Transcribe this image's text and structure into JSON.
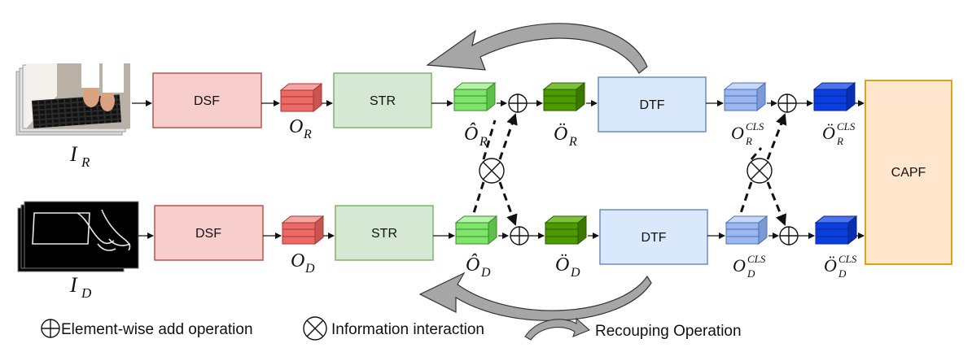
{
  "modules": {
    "dsf": "DSF",
    "str": "STR",
    "dtf": "DTF",
    "capf": "CAPF"
  },
  "inputs": {
    "rgb": {
      "base": "I",
      "sub": "R"
    },
    "depth": {
      "base": "I",
      "sub": "D"
    }
  },
  "features": {
    "o_r": {
      "base": "O",
      "sub": "R"
    },
    "o_d": {
      "base": "O",
      "sub": "D"
    },
    "ohat_r": {
      "base": "Ô",
      "sub": "R"
    },
    "ohat_d": {
      "base": "Ô",
      "sub": "D"
    },
    "odd_r": {
      "base": "Ö",
      "sub": "R"
    },
    "odd_d": {
      "base": "Ö",
      "sub": "D"
    },
    "ocls_r": {
      "base": "O",
      "sup": "CLS",
      "sub": "R"
    },
    "ocls_d": {
      "base": "O",
      "sup": "CLS",
      "sub": "D"
    },
    "oddcls_r": {
      "base": "Ö",
      "sup": "CLS",
      "sub": "R"
    },
    "oddcls_d": {
      "base": "Ö",
      "sup": "CLS",
      "sub": "D"
    }
  },
  "legend": {
    "add": "Element-wise add operation",
    "interaction": "Information interaction",
    "recoupling": "Recouping Operation"
  },
  "colors": {
    "dsf_fill": "#f8cecc",
    "dsf_stroke": "#b85450",
    "str_fill": "#d5e8d4",
    "str_stroke": "#82b366",
    "dtf_fill": "#dae8fc",
    "dtf_stroke": "#6c8ebf",
    "capf_fill": "#ffe6cc",
    "capf_stroke": "#d79b00",
    "cube_red": "#ea6b66",
    "cube_lightgreen": "#7ee56a",
    "cube_darkgreen": "#4d9900",
    "cube_lightblue": "#9bb7ee",
    "cube_darkblue": "#0b3ee0",
    "arrow_gray": "#a6a6a6"
  }
}
